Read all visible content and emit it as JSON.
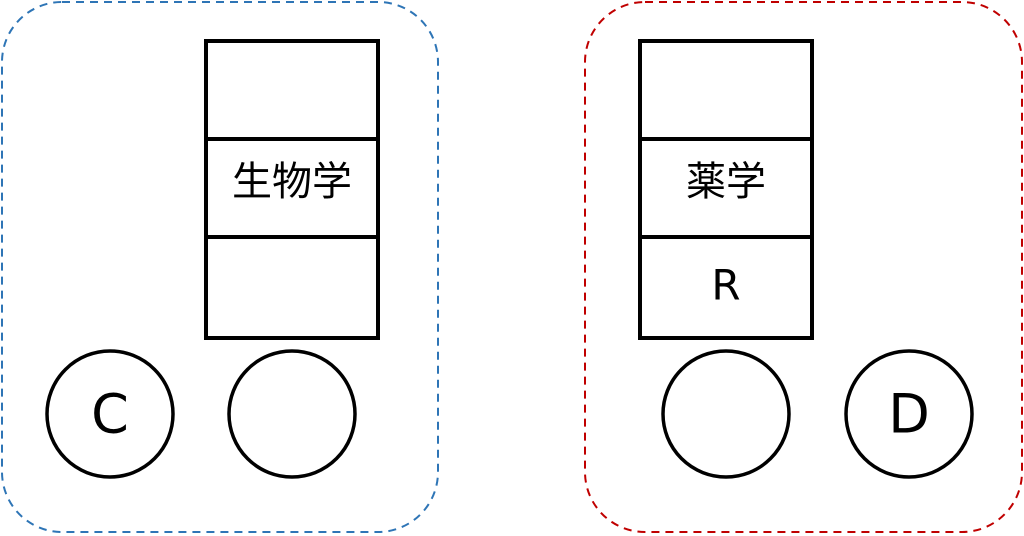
{
  "groups": [
    {
      "name": "left-group",
      "border_color": "#2e75b6",
      "column_cells": [
        "",
        "生物学",
        ""
      ],
      "circles": [
        "C",
        ""
      ]
    },
    {
      "name": "right-group",
      "border_color": "#c00000",
      "column_cells": [
        "",
        "薬学",
        "R"
      ],
      "circles": [
        "",
        "D"
      ]
    }
  ]
}
